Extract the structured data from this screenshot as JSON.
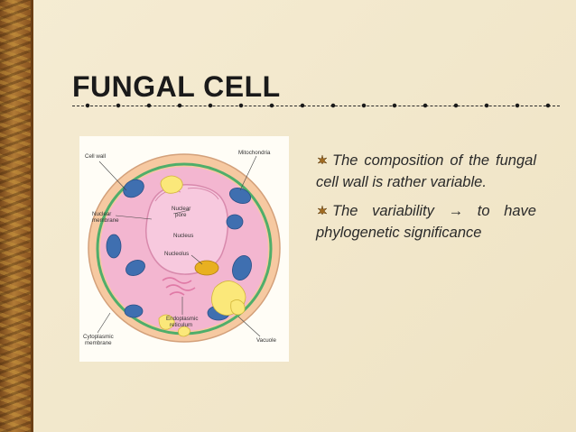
{
  "slide": {
    "title": "FUNGAL CELL",
    "bullets": [
      {
        "text": "The composition of the fungal cell wall is rather variable."
      },
      {
        "text": "The variability → to have phylogenetic significance"
      }
    ]
  },
  "figure": {
    "labels": {
      "cell_wall": "Cell wall",
      "mitochondria": "Mitochondria",
      "nuclear_membrane": [
        "Nuclear",
        "membrane"
      ],
      "nuclear_pore": [
        "Nuclear",
        "pore"
      ],
      "nucleus": "Nucleus",
      "nucleolus": "Nucleolus",
      "endoplasmic_reticulum": [
        "Endoplasmic",
        "reticulum"
      ],
      "cytoplasmic_membrane": [
        "Cytoplasmic",
        "membrane"
      ],
      "vacuole": "Vacuole"
    },
    "colors": {
      "wall": "#f6c9a1",
      "wall_outline": "#d3a07a",
      "membrane": "#4fae6a",
      "cytoplasm": "#f3b6d0",
      "nucleus_fill": "#f7c9de",
      "mitochondria": "#3f6fb0",
      "vacuole": "#fbe87a",
      "nucleolus": "#e8b020"
    }
  },
  "theme": {
    "accent": "#1a1a1a",
    "border_wood": "#9a6528",
    "background": "#f3e9cf"
  }
}
